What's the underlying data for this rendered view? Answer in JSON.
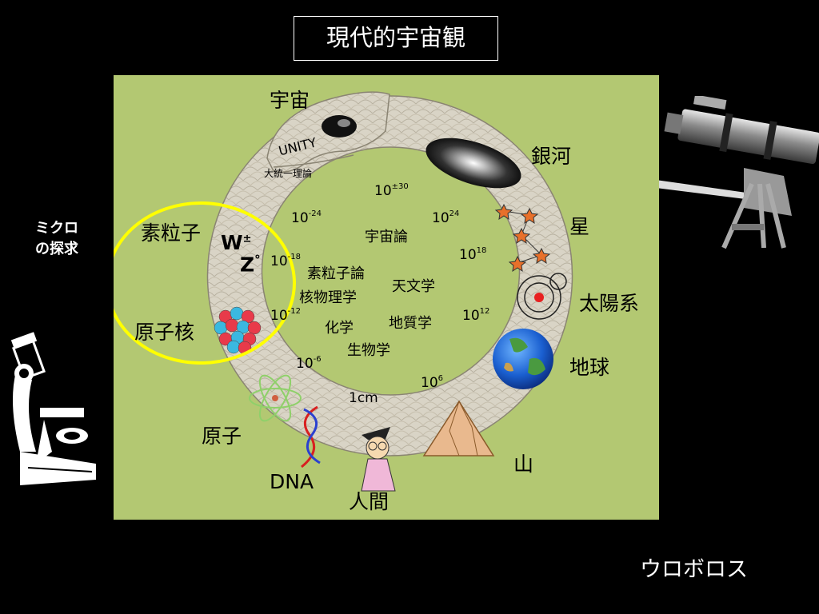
{
  "title": "現代的宇宙観",
  "left_label": {
    "line1": "ミクロ",
    "line2": "の探求"
  },
  "bottom_label": "ウロボロス",
  "ring_labels": {
    "universe": "宇宙",
    "galaxy": "銀河",
    "star": "星",
    "solar_system": "太陽系",
    "earth": "地球",
    "mountain": "山",
    "human": "人間",
    "dna": "DNA",
    "atom": "原子",
    "nucleus": "原子核",
    "particle": "素粒子",
    "w_boson": "W",
    "w_sup": "±",
    "z_boson": "Z",
    "z_sup": "°",
    "unity": "UNITY",
    "unified_theory": "大統一理論"
  },
  "scale_labels": {
    "s30": {
      "base": "10",
      "exp": "±30"
    },
    "s_minus24": {
      "base": "10",
      "exp": "-24"
    },
    "s24": {
      "base": "10",
      "exp": "24"
    },
    "s_minus18": {
      "base": "10",
      "exp": "-18"
    },
    "s18": {
      "base": "10",
      "exp": "18"
    },
    "s_minus12": {
      "base": "10",
      "exp": "-12"
    },
    "s12": {
      "base": "10",
      "exp": "12"
    },
    "s_minus6": {
      "base": "10",
      "exp": "-6"
    },
    "s6": {
      "base": "10",
      "exp": "6"
    },
    "s1cm": "1cm"
  },
  "center_labels": {
    "cosmology": "宇宙論",
    "particle_theory": "素粒子論",
    "astronomy": "天文学",
    "nuclear_physics": "核物理学",
    "chemistry": "化学",
    "geology": "地質学",
    "biology": "生物学"
  },
  "colors": {
    "background": "#000000",
    "panel": "#b3c872",
    "snake_body": "#d9d4c6",
    "highlight_circle": "#ffff00",
    "text_white": "#ffffff"
  },
  "icons": [
    "telescope-icon",
    "microscope-icon",
    "galaxy-icon",
    "constellation-icon",
    "solar-system-icon",
    "earth-icon",
    "mountain-icon",
    "scientist-icon",
    "dna-icon",
    "atom-icon",
    "nucleus-icon"
  ]
}
